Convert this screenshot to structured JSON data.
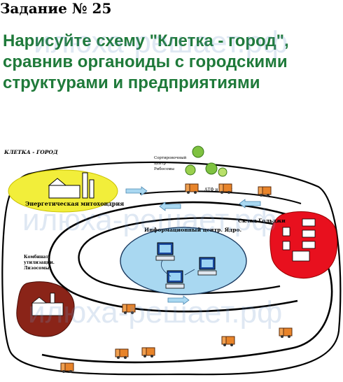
{
  "task": {
    "title": "Задание № 25",
    "text_lines": [
      "Нарисуйте схему \"Клетка - город\",",
      "сравнив органоиды с городскими",
      "структурами и предприятиями"
    ]
  },
  "figure": {
    "title": "КЛЕТКА - ГОРОД",
    "labels": {
      "ribosome_sorting_1": "Сортировочный",
      "ribosome_sorting_2": "центр",
      "ribosome_sorting_3": "Рибосомы",
      "atp": "АТФ и белки",
      "mitochondria": "Энергетическая митохондрия",
      "nucleus": "Информационный центр. Ядро.",
      "golgi": "Склад Гольджи",
      "lysosome_1": "Комбинат",
      "lysosome_2": "утилизации.",
      "lysosome_3": "Лизосомы."
    },
    "colors": {
      "mitochondria": "#f2ee3a",
      "nucleus": "#a9d8f1",
      "golgi": "#e8101e",
      "lysosome": "#8a2418",
      "truck": "#e8842a",
      "arrow": "#a9d8f1",
      "ribosome": "#7fc241"
    }
  },
  "watermark": [
    "илюха-решает.рф",
    "илюха-решает.рф",
    "илюха-решает.рф"
  ]
}
